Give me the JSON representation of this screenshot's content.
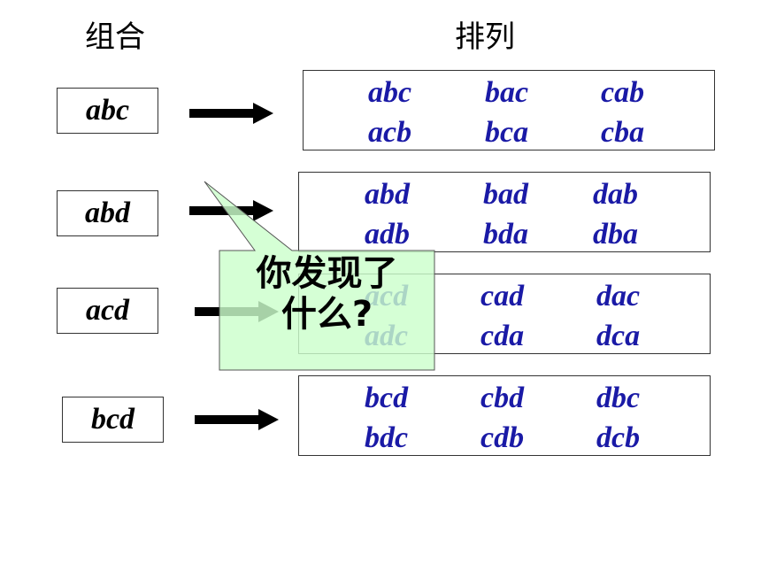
{
  "headings": {
    "combination": "组合",
    "permutation": "排列"
  },
  "rows": [
    {
      "combo": "abc",
      "perms": [
        "abc",
        "acb",
        "bac",
        "bca",
        "cab",
        "cba"
      ]
    },
    {
      "combo": "abd",
      "perms": [
        "abd",
        "adb",
        "bad",
        "bda",
        "dab",
        "dba"
      ]
    },
    {
      "combo": "acd",
      "perms": [
        "acd",
        "adc",
        "cad",
        "cda",
        "dac",
        "dca"
      ]
    },
    {
      "combo": "bcd",
      "perms": [
        "bcd",
        "bdc",
        "cbd",
        "cdb",
        "dbc",
        "dcb"
      ]
    }
  ],
  "callout": {
    "line1": "你发现了",
    "line2": "什么?"
  },
  "colors": {
    "perm_text": "#1a1aa6",
    "callout_fill": "#ccffcc",
    "arrow": "#000000"
  },
  "icons": {
    "arrow": "right-arrow-icon"
  }
}
